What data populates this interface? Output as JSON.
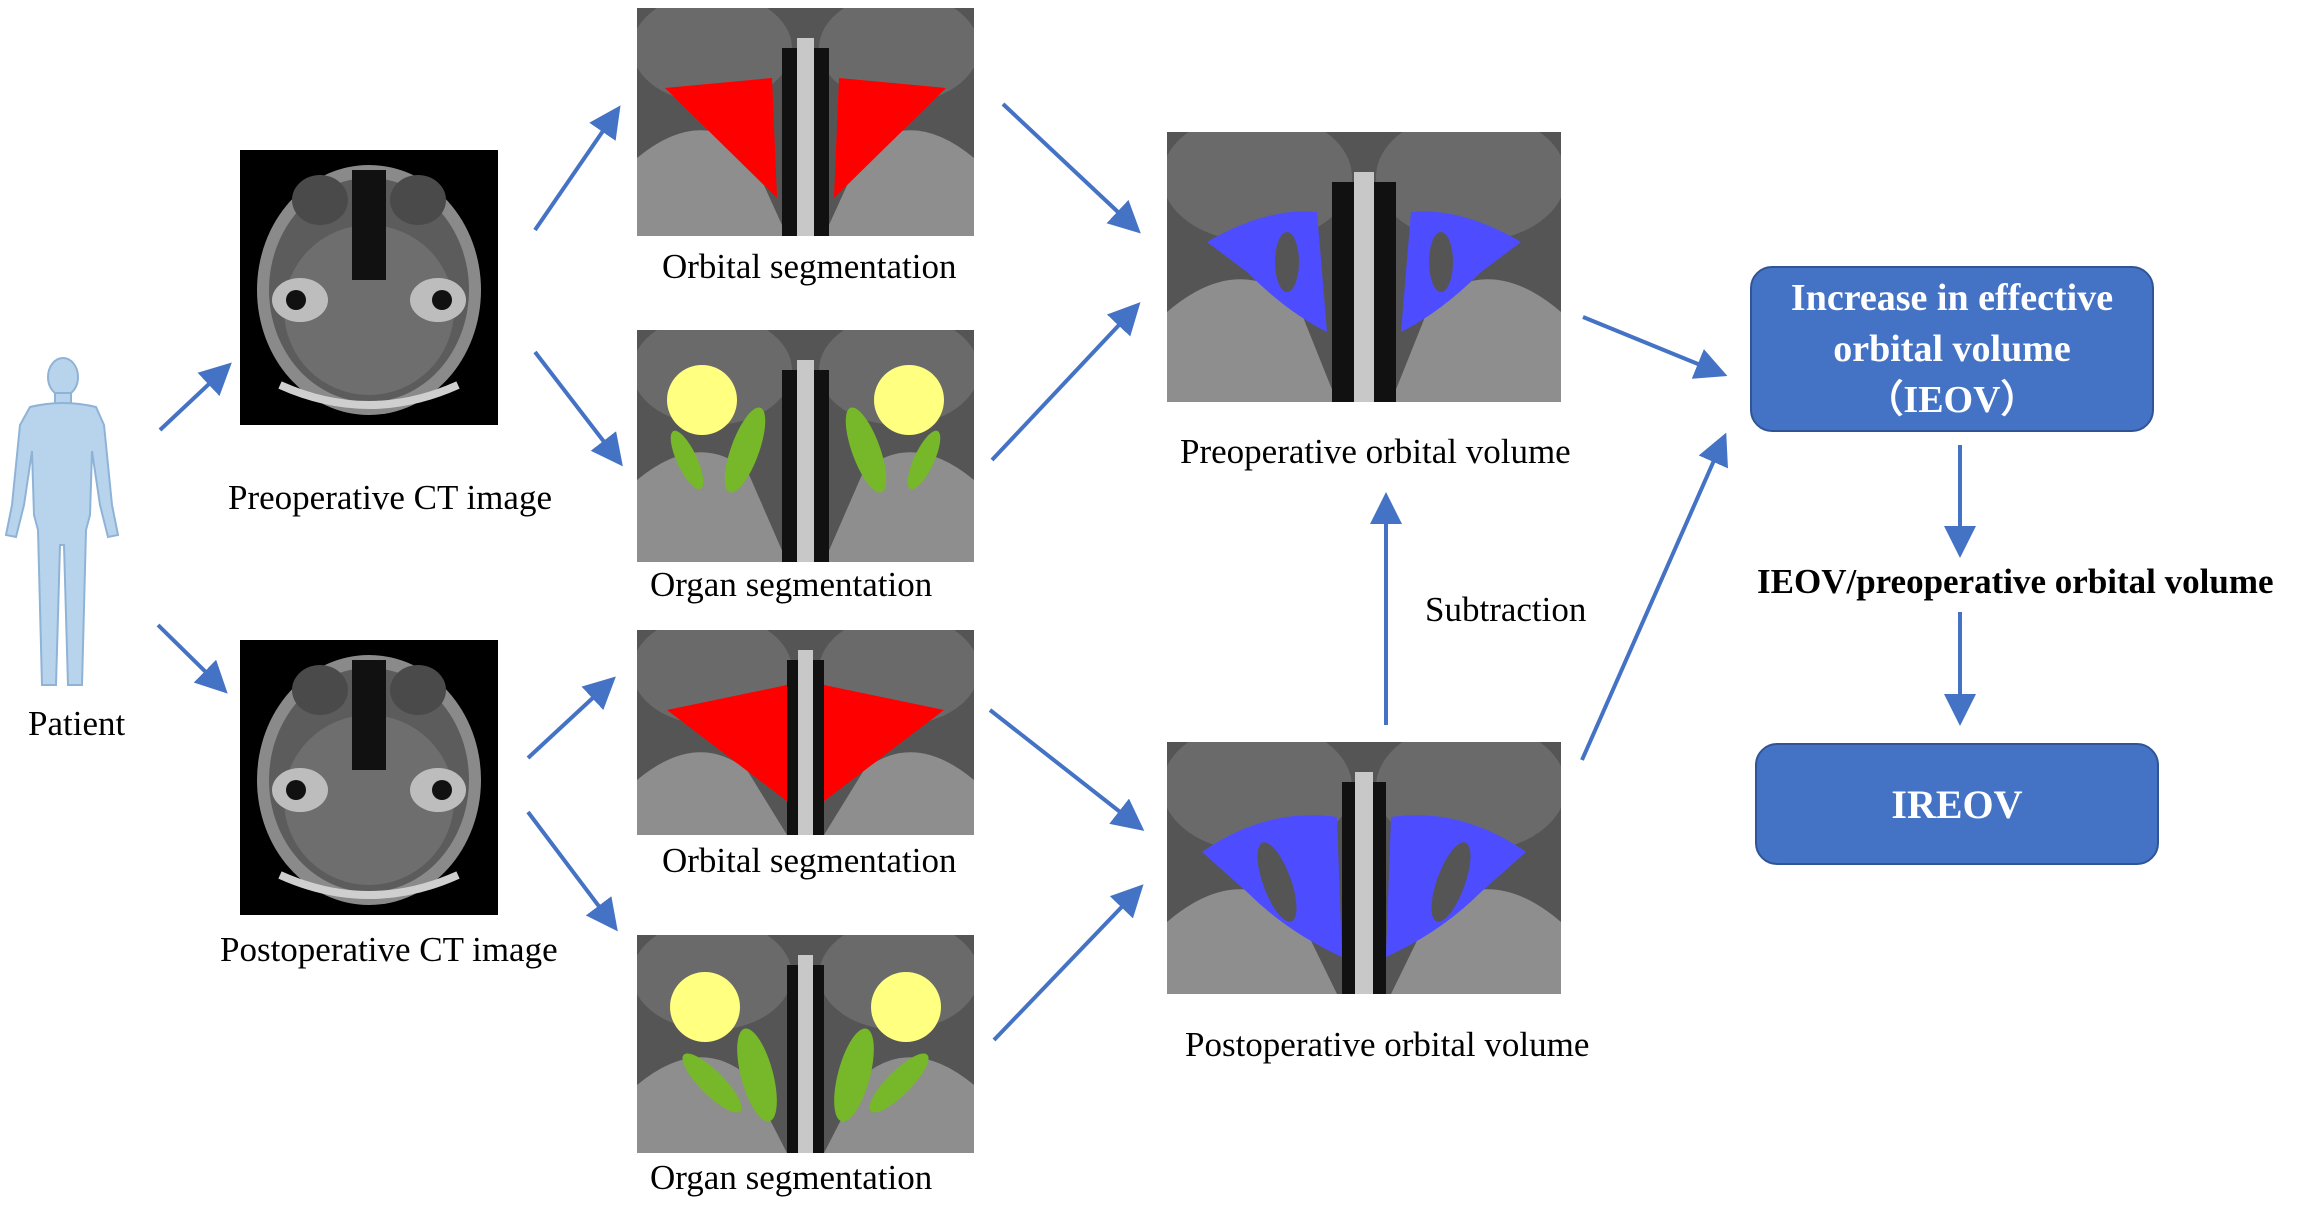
{
  "patient": {
    "label": "Patient",
    "figure": "human-body-figure"
  },
  "ct_images": {
    "preoperative": "Preoperative CT image",
    "postoperative": "Postoperative CT image"
  },
  "segmentations": {
    "pre_orbital": "Orbital segmentation",
    "pre_organ": "Organ segmentation",
    "post_orbital": "Orbital segmentation",
    "post_organ": "Organ segmentation"
  },
  "volumes": {
    "preoperative": "Preoperative orbital volume",
    "postoperative": "Postoperative orbital volume"
  },
  "subtraction": "Subtraction",
  "results": {
    "ieov_line1": "Increase in effective",
    "ieov_line2": "orbital volume",
    "ieov_line3": "（IEOV）",
    "ratio": "IEOV/preoperative orbital volume",
    "ireov": "IREOV"
  },
  "colors": {
    "arrow": "#4472c4",
    "box_fill": "#4472c4",
    "orbital_mask": "#ff0000",
    "volume_mask": "#4d4dff",
    "eyeball": "#ffff80",
    "muscle": "#76b82a",
    "body_figure": "#b8d4ec"
  }
}
